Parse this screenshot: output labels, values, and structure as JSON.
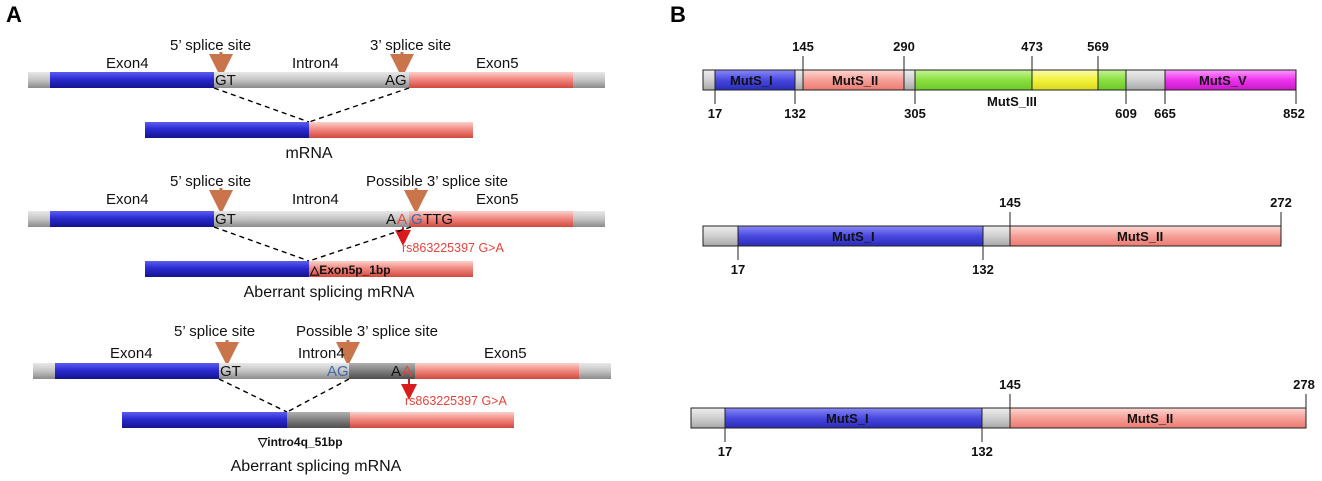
{
  "panels": {
    "a": "A",
    "b": "B"
  },
  "colors": {
    "exon4": "#2a2ad0",
    "exon5": "#f06a60",
    "intron": "#c4c4c4",
    "variant": "#e8423a",
    "arrow": "#c9744a",
    "mutsI": "#3b3bd6",
    "mutsII": "#f28a82",
    "mutsIII": "#8be040",
    "mutsIV": "#f2f23a",
    "mutsV": "#ee33ee"
  },
  "a1": {
    "site5": "5’ splice site",
    "site3": "3’ splice site",
    "exon4": "Exon4",
    "intron4": "Intron4",
    "exon5": "Exon5",
    "gt": "GT",
    "ag": "AG",
    "mrna": "mRNA"
  },
  "a2": {
    "site5": "5’ splice site",
    "site3": "Possible  3’ splice site",
    "exon4": "Exon4",
    "intron4": "Intron4",
    "exon5": "Exon5",
    "gt": "GT",
    "a1": "A",
    "a2": "A",
    "g": "G",
    "ttg": "TTG",
    "variant": "rs863225397 G>A",
    "deletion": "△Exon5p_1bp",
    "mrna": "Aberrant splicing mRNA"
  },
  "a3": {
    "site5": "5’ splice site",
    "site3": "Possible  3’ splice site",
    "exon4": "Exon4",
    "intron4": "Intron4",
    "exon5": "Exon5",
    "gt": "GT",
    "ag": "AG",
    "a1": "A",
    "a2": "A",
    "variant": "rs863225397 G>A",
    "insertion": "▽intro4q_51bp",
    "mrna": "Aberrant splicing mRNA"
  },
  "b1": {
    "domains": {
      "i": "MutS_I",
      "ii": "MutS_II",
      "iii": "MutS_III",
      "v": "MutS_V"
    },
    "ticks": {
      "t17": "17",
      "t132": "132",
      "t145": "145",
      "t290": "290",
      "t305": "305",
      "t473": "473",
      "t569": "569",
      "t609": "609",
      "t665": "665",
      "t852": "852"
    }
  },
  "b2": {
    "domains": {
      "i": "MutS_I",
      "ii": "MutS_II"
    },
    "ticks": {
      "t17": "17",
      "t132": "132",
      "t145": "145",
      "t272": "272"
    }
  },
  "b3": {
    "domains": {
      "i": "MutS_I",
      "ii": "MutS_II"
    },
    "ticks": {
      "t17": "17",
      "t132": "132",
      "t145": "145",
      "t278": "278"
    }
  }
}
